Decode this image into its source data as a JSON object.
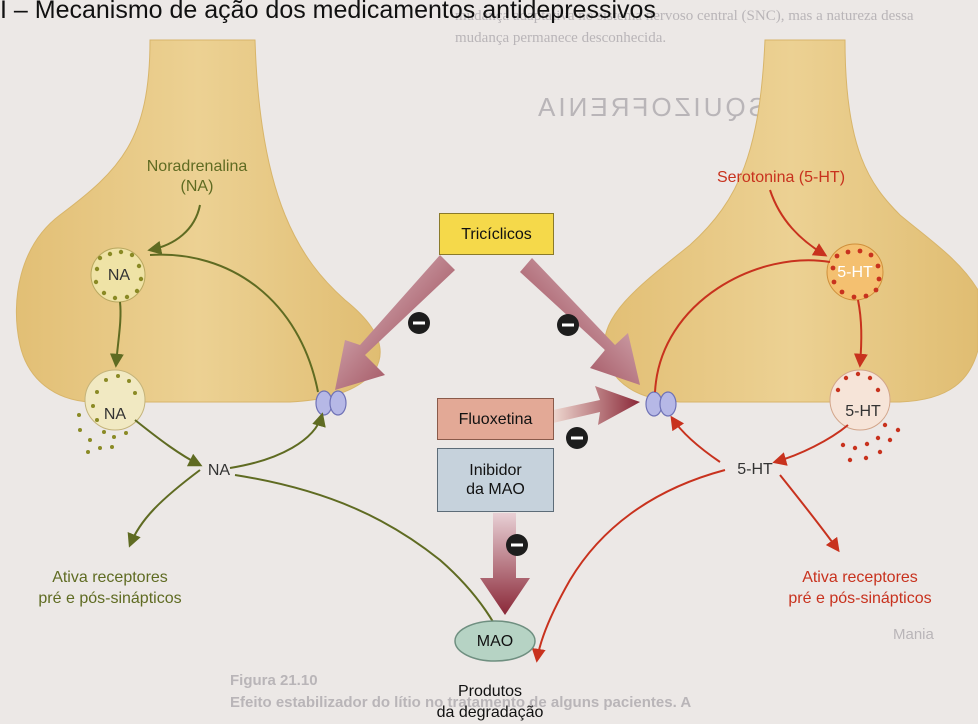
{
  "title": "I – Mecanismo de ação dos medicamentos antidepressivos",
  "left_neuron": {
    "transmitter": "Noradrenalina",
    "abbrev_paren": "(NA)",
    "vesicle_label": "NA",
    "release_label": "NA",
    "cleft_label": "NA",
    "receptor_label_line1": "Ativa receptores",
    "receptor_label_line2": "pré e pós-sinápticos"
  },
  "right_neuron": {
    "transmitter": "Serotonina (5-HT)",
    "vesicle_label": "5-HT",
    "release_label": "5-HT",
    "cleft_label": "5-HT",
    "receptor_label_line1": "Ativa receptores",
    "receptor_label_line2": "pré e pós-sinápticos"
  },
  "drugs": {
    "tricyclics": "Tricíclicos",
    "fluoxetine": "Fluoxetina",
    "maoi_line1": "Inibidor",
    "maoi_line2": "da MAO"
  },
  "enzyme": "MAO",
  "products_line1": "Produtos",
  "products_line2": "da degradação",
  "inhibition_symbol": "−",
  "background_text": {
    "top1": "mudança adaptativa no sistema nervoso central (SNC), mas a natureza dessa",
    "top2": "mudança permanece desconhecida.",
    "heading_mirrored": "A ESQUIZOFRENIA",
    "figure": "Figura 21.10",
    "caption": "Efeito estabilizador do lítio no tratamento de alguns pacientes. A",
    "mania": "Mania"
  },
  "colors": {
    "neuron_fill": "#e5c67f",
    "left_path": "#5f6b22",
    "right_path": "#c8321e",
    "tricyclic_box": "#f5d94a",
    "fluoxetine_box": "#e3a996",
    "maoi_box": "#c6d2dc",
    "mao_ellipse": "#b6d3c4",
    "arrow": "#8a2838"
  }
}
